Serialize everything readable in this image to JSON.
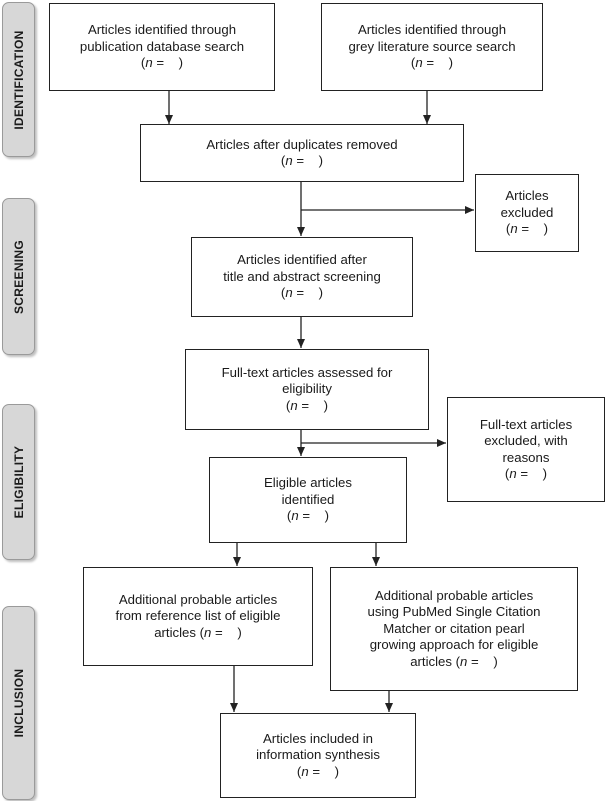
{
  "stages": [
    {
      "id": "identification",
      "label": "IDENTIFICATION"
    },
    {
      "id": "screening",
      "label": "SCREENING"
    },
    {
      "id": "eligibility",
      "label": "ELIGIBILITY"
    },
    {
      "id": "inclusion",
      "label": "INCLUSION"
    }
  ],
  "count_label": {
    "n": "n",
    "eq": "=",
    "blank": ""
  },
  "boxes": {
    "db_search": {
      "lines": [
        "Articles identified through",
        "publication database search"
      ]
    },
    "grey_search": {
      "lines": [
        "Articles identified through",
        "grey literature source search"
      ]
    },
    "duplicates_removed": {
      "lines": [
        "Articles after duplicates removed"
      ]
    },
    "excluded": {
      "lines": [
        "Articles",
        "excluded"
      ]
    },
    "title_abstract": {
      "lines": [
        "Articles identified after",
        "title and abstract screening"
      ]
    },
    "fulltext_assessed": {
      "lines": [
        "Full-text articles assessed for",
        "eligibility"
      ]
    },
    "fulltext_excluded": {
      "lines": [
        "Full-text articles",
        "excluded, with",
        "reasons"
      ]
    },
    "eligible": {
      "lines": [
        "Eligible articles",
        "identified"
      ]
    },
    "reference_list": {
      "lines": [
        "Additional probable articles",
        "from reference list of eligible",
        "articles"
      ]
    },
    "pubmed": {
      "lines": [
        "Additional probable articles",
        "using PubMed Single Citation",
        "Matcher or citation pearl",
        "growing approach for eligible",
        "articles"
      ]
    },
    "included": {
      "lines": [
        "Articles included in",
        "information synthesis"
      ]
    }
  }
}
